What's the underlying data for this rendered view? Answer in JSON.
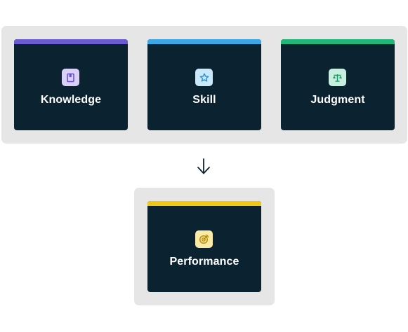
{
  "inputs": [
    {
      "label": "Knowledge",
      "accent": "#6b5bd2",
      "badge_bg": "#d9d1f7",
      "icon": "book-icon",
      "icon_color": "#6b4fd8"
    },
    {
      "label": "Skill",
      "accent": "#3aa8e8",
      "badge_bg": "#c9e9fa",
      "icon": "star-icon",
      "icon_color": "#2a8fd0"
    },
    {
      "label": "Judgment",
      "accent": "#1fb87a",
      "badge_bg": "#c7eede",
      "icon": "scale-icon",
      "icon_color": "#1a9e68"
    }
  ],
  "output": {
    "label": "Performance",
    "accent": "#f2c614",
    "badge_bg": "#fbe9a6",
    "icon": "target-icon",
    "icon_color": "#b8900a"
  },
  "arrow": {
    "icon": "arrow-down-icon",
    "color": "#0b2230"
  }
}
